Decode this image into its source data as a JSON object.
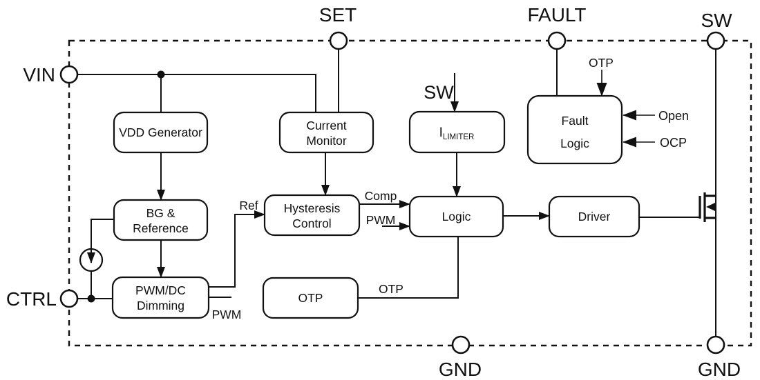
{
  "pins": {
    "vin": "VIN",
    "ctrl": "CTRL",
    "set": "SET",
    "fault": "FAULT",
    "sw": "SW",
    "gnd_left": "GND",
    "gnd_right": "GND"
  },
  "blocks": {
    "vdd_generator": {
      "label": "VDD Generator"
    },
    "current_monitor": {
      "line1": "Current",
      "line2": "Monitor"
    },
    "i_limiter": {
      "base": "I",
      "subscript": "LIMITER"
    },
    "fault_logic": {
      "line1": "Fault",
      "line2": "Logic"
    },
    "bg_reference": {
      "line1": "BG &",
      "line2": "Reference"
    },
    "hysteresis_control": {
      "line1": "Hysteresis",
      "line2": "Control"
    },
    "logic": {
      "label": "Logic"
    },
    "driver": {
      "label": "Driver"
    },
    "pwm_dc_dimming": {
      "line1": "PWM/DC",
      "line2": "Dimming"
    },
    "otp": {
      "label": "OTP"
    }
  },
  "signals": {
    "sw_input": "SW",
    "otp_input": "OTP",
    "open": "Open",
    "ocp": "OCP",
    "ref": "Ref",
    "comp": "Comp",
    "pwm_to_logic": "PWM",
    "pwm_out": "PWM",
    "otp_to_logic": "OTP"
  },
  "colors": {
    "line": "#111111",
    "background": "#ffffff"
  }
}
